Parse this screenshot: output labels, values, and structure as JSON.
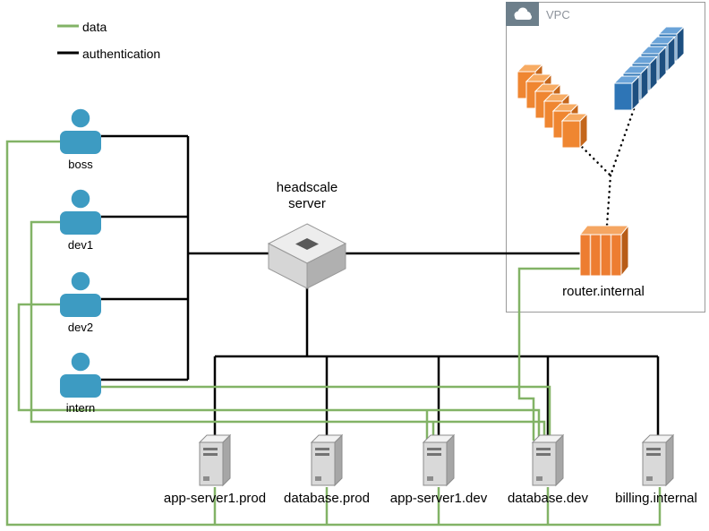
{
  "legend": {
    "items": [
      {
        "id": "data",
        "label": "data",
        "color": "#82b366"
      },
      {
        "id": "authentication",
        "label": "authentication",
        "color": "#000000"
      }
    ]
  },
  "users": [
    {
      "id": "boss",
      "label": "boss"
    },
    {
      "id": "dev1",
      "label": "dev1"
    },
    {
      "id": "dev2",
      "label": "dev2"
    },
    {
      "id": "intern",
      "label": "intern"
    }
  ],
  "headscale": {
    "label_line1": "headscale",
    "label_line2": "server"
  },
  "vpc": {
    "label": "VPC",
    "router": {
      "label": "router.internal"
    },
    "icons": [
      "instance-stack-orange",
      "instance-stack-blue",
      "cloud"
    ]
  },
  "servers": [
    {
      "id": "app-server1-prod",
      "label": "app-server1.prod"
    },
    {
      "id": "database-prod",
      "label": "database.prod"
    },
    {
      "id": "app-server1-dev",
      "label": "app-server1.dev"
    },
    {
      "id": "database-dev",
      "label": "database.dev"
    },
    {
      "id": "billing-internal",
      "label": "billing.internal"
    }
  ],
  "colors": {
    "data_line": "#82b366",
    "auth_line": "#000000",
    "user_icon": "#3d9bc2",
    "server_front": "#d9d9d9",
    "orange_icon": "#ef8631",
    "blue_icon": "#2e75b6",
    "vpc_header": "#6d7f8b"
  },
  "edges": {
    "authentication": [
      [
        "boss",
        "headscale"
      ],
      [
        "dev1",
        "headscale"
      ],
      [
        "dev2",
        "headscale"
      ],
      [
        "intern",
        "headscale"
      ],
      [
        "headscale",
        "app-server1.prod"
      ],
      [
        "headscale",
        "database.prod"
      ],
      [
        "headscale",
        "app-server1.dev"
      ],
      [
        "headscale",
        "database.dev"
      ],
      [
        "headscale",
        "billing.internal"
      ],
      [
        "headscale",
        "router.internal"
      ]
    ],
    "data": [
      [
        "boss",
        "app-server1.prod"
      ],
      [
        "boss",
        "database.prod"
      ],
      [
        "boss",
        "app-server1.dev"
      ],
      [
        "boss",
        "database.dev"
      ],
      [
        "boss",
        "billing.internal"
      ],
      [
        "dev1",
        "app-server1.dev"
      ],
      [
        "dev1",
        "database.dev"
      ],
      [
        "dev2",
        "app-server1.dev"
      ],
      [
        "dev2",
        "database.dev"
      ],
      [
        "intern",
        "database.dev"
      ],
      [
        "router.internal",
        "database.dev"
      ]
    ],
    "vpc_links": [
      [
        "instance-stack-orange",
        "router.internal"
      ],
      [
        "instance-stack-blue",
        "router.internal"
      ]
    ]
  }
}
